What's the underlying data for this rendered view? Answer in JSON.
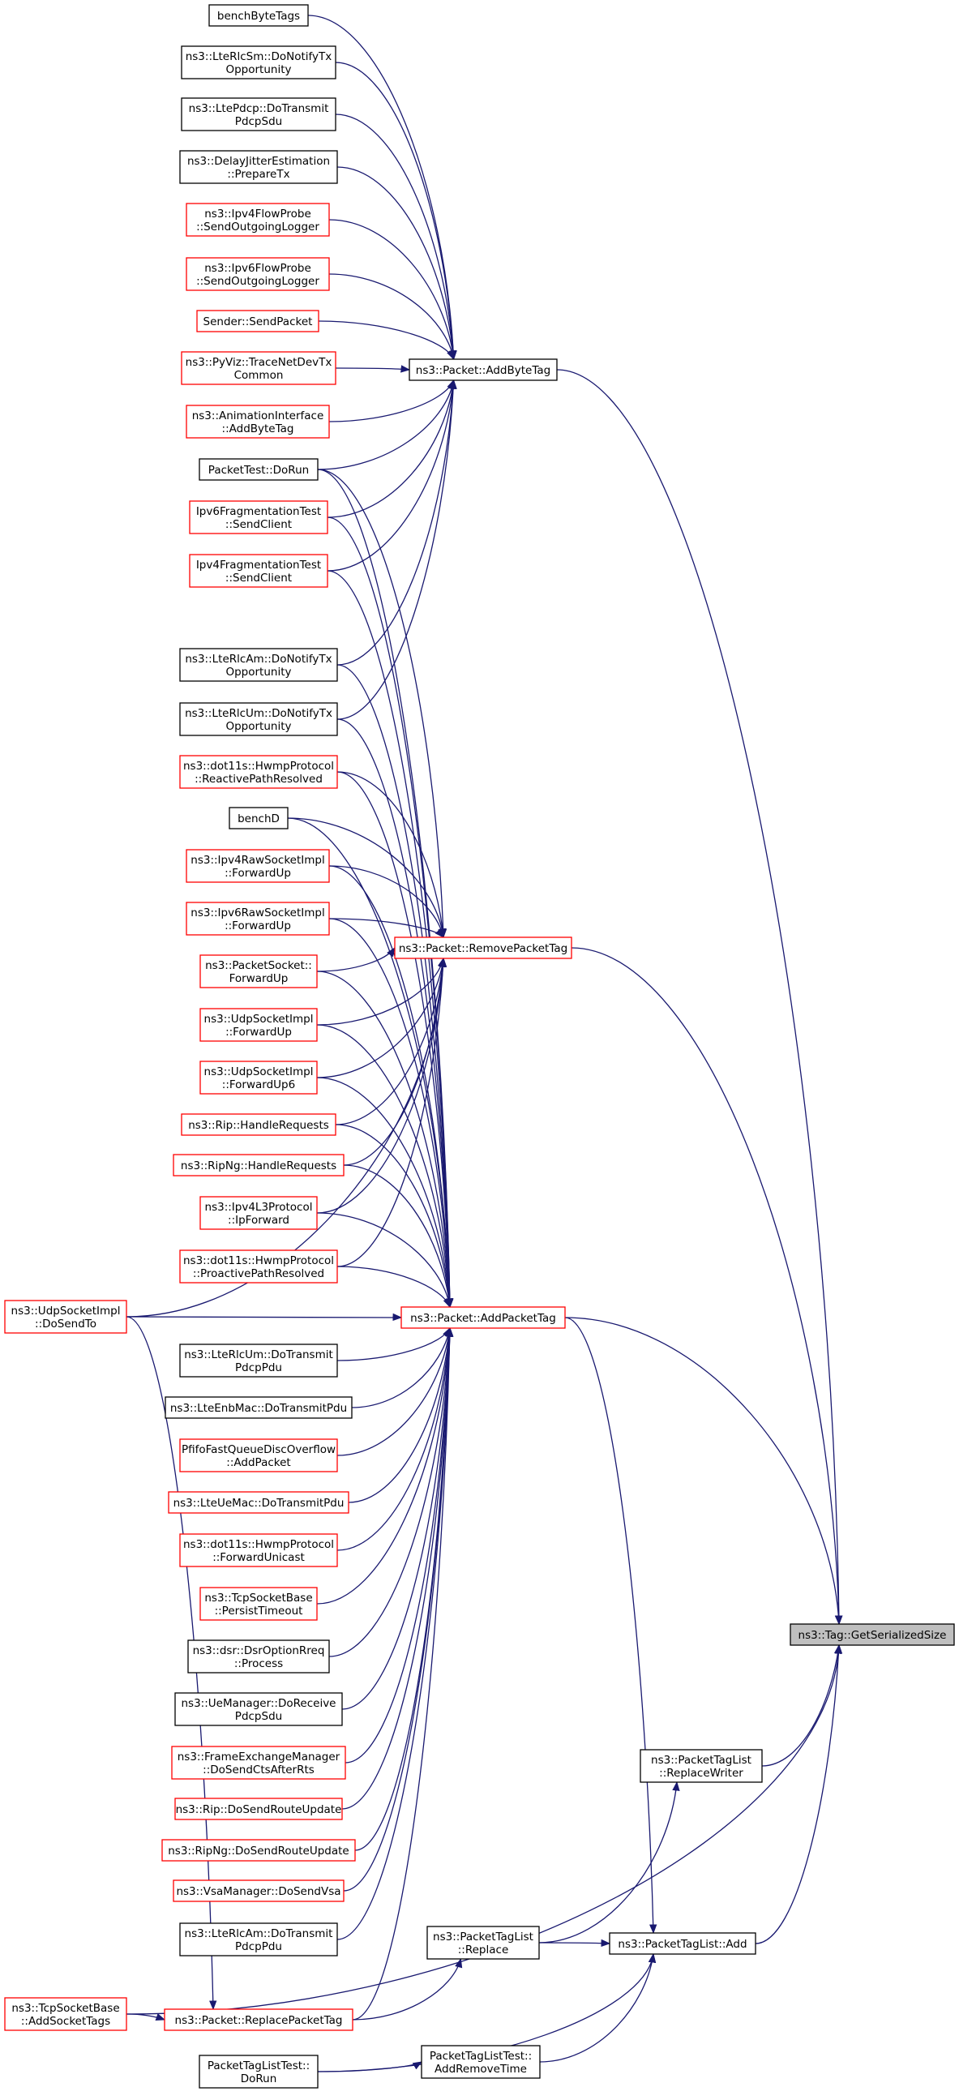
{
  "colors": {
    "edge": "#191970",
    "normal_border": "#000000",
    "red_border": "#ff0000",
    "highlight_fill": "#bfbfbf",
    "node_fill": "#ffffff"
  },
  "nodes": [
    {
      "id": "benchByteTags",
      "lines": [
        "benchByteTags"
      ],
      "style": "normal"
    },
    {
      "id": "LteRlcSm",
      "lines": [
        "ns3::LteRlcSm::DoNotifyTx",
        "Opportunity"
      ],
      "style": "normal"
    },
    {
      "id": "LtePdcp",
      "lines": [
        "ns3::LtePdcp::DoTransmit",
        "PdcpSdu"
      ],
      "style": "normal"
    },
    {
      "id": "DelayJitter",
      "lines": [
        "ns3::DelayJitterEstimation",
        "::PrepareTx"
      ],
      "style": "normal"
    },
    {
      "id": "Ipv4FlowProbe",
      "lines": [
        "ns3::Ipv4FlowProbe",
        "::SendOutgoingLogger"
      ],
      "style": "red"
    },
    {
      "id": "Ipv6FlowProbe",
      "lines": [
        "ns3::Ipv6FlowProbe",
        "::SendOutgoingLogger"
      ],
      "style": "red"
    },
    {
      "id": "SenderSendPacket",
      "lines": [
        "Sender::SendPacket"
      ],
      "style": "red"
    },
    {
      "id": "PyViz",
      "lines": [
        "ns3::PyViz::TraceNetDevTx",
        "Common"
      ],
      "style": "red"
    },
    {
      "id": "AnimIface",
      "lines": [
        "ns3::AnimationInterface",
        "::AddByteTag"
      ],
      "style": "red"
    },
    {
      "id": "PacketTestDoRun",
      "lines": [
        "PacketTest::DoRun"
      ],
      "style": "normal"
    },
    {
      "id": "Ipv6FragTest",
      "lines": [
        "Ipv6FragmentationTest",
        "::SendClient"
      ],
      "style": "red"
    },
    {
      "id": "Ipv4FragTest",
      "lines": [
        "Ipv4FragmentationTest",
        "::SendClient"
      ],
      "style": "red"
    },
    {
      "id": "LteRlcAmNotify",
      "lines": [
        "ns3::LteRlcAm::DoNotifyTx",
        "Opportunity"
      ],
      "style": "normal"
    },
    {
      "id": "LteRlcUmNotify",
      "lines": [
        "ns3::LteRlcUm::DoNotifyTx",
        "Opportunity"
      ],
      "style": "normal"
    },
    {
      "id": "HwmpReactive",
      "lines": [
        "ns3::dot11s::HwmpProtocol",
        "::ReactivePathResolved"
      ],
      "style": "red"
    },
    {
      "id": "benchD",
      "lines": [
        "benchD"
      ],
      "style": "normal"
    },
    {
      "id": "Ipv4Raw",
      "lines": [
        "ns3::Ipv4RawSocketImpl",
        "::ForwardUp"
      ],
      "style": "red"
    },
    {
      "id": "Ipv6Raw",
      "lines": [
        "ns3::Ipv6RawSocketImpl",
        "::ForwardUp"
      ],
      "style": "red"
    },
    {
      "id": "PacketSocket",
      "lines": [
        "ns3::PacketSocket::",
        "ForwardUp"
      ],
      "style": "red"
    },
    {
      "id": "UdpFwd",
      "lines": [
        "ns3::UdpSocketImpl",
        "::ForwardUp"
      ],
      "style": "red"
    },
    {
      "id": "UdpFwd6",
      "lines": [
        "ns3::UdpSocketImpl",
        "::ForwardUp6"
      ],
      "style": "red"
    },
    {
      "id": "RipHandle",
      "lines": [
        "ns3::Rip::HandleRequests"
      ],
      "style": "red"
    },
    {
      "id": "RipNgHandle",
      "lines": [
        "ns3::RipNg::HandleRequests"
      ],
      "style": "red"
    },
    {
      "id": "Ipv4L3",
      "lines": [
        "ns3::Ipv4L3Protocol",
        "::IpForward"
      ],
      "style": "red"
    },
    {
      "id": "HwmpProactive",
      "lines": [
        "ns3::dot11s::HwmpProtocol",
        "::ProactivePathResolved"
      ],
      "style": "red"
    },
    {
      "id": "UdpDoSendTo",
      "lines": [
        "ns3::UdpSocketImpl",
        "::DoSendTo"
      ],
      "style": "red"
    },
    {
      "id": "LteRlcUmTx",
      "lines": [
        "ns3::LteRlcUm::DoTransmit",
        "PdcpPdu"
      ],
      "style": "normal"
    },
    {
      "id": "LteEnbMac",
      "lines": [
        "ns3::LteEnbMac::DoTransmitPdu"
      ],
      "style": "normal"
    },
    {
      "id": "Pfifo",
      "lines": [
        "PfifoFastQueueDiscOverflow",
        "::AddPacket"
      ],
      "style": "red"
    },
    {
      "id": "LteUeMac",
      "lines": [
        "ns3::LteUeMac::DoTransmitPdu"
      ],
      "style": "red"
    },
    {
      "id": "HwmpUnicast",
      "lines": [
        "ns3::dot11s::HwmpProtocol",
        "::ForwardUnicast"
      ],
      "style": "red"
    },
    {
      "id": "TcpPersist",
      "lines": [
        "ns3::TcpSocketBase",
        "::PersistTimeout"
      ],
      "style": "red"
    },
    {
      "id": "DsrRreq",
      "lines": [
        "ns3::dsr::DsrOptionRreq",
        "::Process"
      ],
      "style": "normal"
    },
    {
      "id": "UeManager",
      "lines": [
        "ns3::UeManager::DoReceive",
        "PdcpSdu"
      ],
      "style": "normal"
    },
    {
      "id": "FrameExch",
      "lines": [
        "ns3::FrameExchangeManager",
        "::DoSendCtsAfterRts"
      ],
      "style": "red"
    },
    {
      "id": "RipRoute",
      "lines": [
        "ns3::Rip::DoSendRouteUpdate"
      ],
      "style": "red"
    },
    {
      "id": "RipNgRoute",
      "lines": [
        "ns3::RipNg::DoSendRouteUpdate"
      ],
      "style": "red"
    },
    {
      "id": "VsaManager",
      "lines": [
        "ns3::VsaManager::DoSendVsa"
      ],
      "style": "red"
    },
    {
      "id": "LteRlcAmTx",
      "lines": [
        "ns3::LteRlcAm::DoTransmit",
        "PdcpPdu"
      ],
      "style": "normal"
    },
    {
      "id": "TcpAddSocketTags",
      "lines": [
        "ns3::TcpSocketBase",
        "::AddSocketTags"
      ],
      "style": "red"
    },
    {
      "id": "PtlTestDoRun",
      "lines": [
        "PacketTagListTest::",
        "DoRun"
      ],
      "style": "normal"
    },
    {
      "id": "AddByteTag",
      "lines": [
        "ns3::Packet::AddByteTag"
      ],
      "style": "normal"
    },
    {
      "id": "RemovePacketTag",
      "lines": [
        "ns3::Packet::RemovePacketTag"
      ],
      "style": "red"
    },
    {
      "id": "AddPacketTag",
      "lines": [
        "ns3::Packet::AddPacketTag"
      ],
      "style": "red"
    },
    {
      "id": "ReplacePacketTag",
      "lines": [
        "ns3::Packet::ReplacePacketTag"
      ],
      "style": "red"
    },
    {
      "id": "PtlReplace",
      "lines": [
        "ns3::PacketTagList",
        "::Replace"
      ],
      "style": "normal"
    },
    {
      "id": "PtlAddRemoveTime",
      "lines": [
        "PacketTagListTest::",
        "AddRemoveTime"
      ],
      "style": "normal"
    },
    {
      "id": "PtlReplaceWriter",
      "lines": [
        "ns3::PacketTagList",
        "::ReplaceWriter"
      ],
      "style": "normal"
    },
    {
      "id": "PtlAdd",
      "lines": [
        "ns3::PacketTagList::Add"
      ],
      "style": "normal"
    },
    {
      "id": "GetSerializedSize",
      "lines": [
        "ns3::Tag::GetSerializedSize"
      ],
      "style": "highlight"
    }
  ],
  "edges": [
    [
      "benchByteTags",
      "AddByteTag"
    ],
    [
      "LteRlcSm",
      "AddByteTag"
    ],
    [
      "LtePdcp",
      "AddByteTag"
    ],
    [
      "DelayJitter",
      "AddByteTag"
    ],
    [
      "Ipv4FlowProbe",
      "AddByteTag"
    ],
    [
      "Ipv6FlowProbe",
      "AddByteTag"
    ],
    [
      "SenderSendPacket",
      "AddByteTag"
    ],
    [
      "PyViz",
      "AddByteTag"
    ],
    [
      "AnimIface",
      "AddByteTag"
    ],
    [
      "PacketTestDoRun",
      "AddByteTag"
    ],
    [
      "Ipv6FragTest",
      "AddByteTag"
    ],
    [
      "Ipv4FragTest",
      "AddByteTag"
    ],
    [
      "LteRlcAmNotify",
      "AddByteTag"
    ],
    [
      "LteRlcUmNotify",
      "AddByteTag"
    ],
    [
      "PacketTestDoRun",
      "RemovePacketTag"
    ],
    [
      "HwmpReactive",
      "RemovePacketTag"
    ],
    [
      "benchD",
      "RemovePacketTag"
    ],
    [
      "Ipv4Raw",
      "RemovePacketTag"
    ],
    [
      "Ipv6Raw",
      "RemovePacketTag"
    ],
    [
      "PacketSocket",
      "RemovePacketTag"
    ],
    [
      "UdpFwd",
      "RemovePacketTag"
    ],
    [
      "UdpFwd6",
      "RemovePacketTag"
    ],
    [
      "RipHandle",
      "RemovePacketTag"
    ],
    [
      "RipNgHandle",
      "RemovePacketTag"
    ],
    [
      "Ipv4L3",
      "RemovePacketTag"
    ],
    [
      "HwmpProactive",
      "RemovePacketTag"
    ],
    [
      "UdpDoSendTo",
      "RemovePacketTag"
    ],
    [
      "PacketTestDoRun",
      "AddPacketTag"
    ],
    [
      "Ipv6FragTest",
      "AddPacketTag"
    ],
    [
      "Ipv4FragTest",
      "AddPacketTag"
    ],
    [
      "LteRlcAmNotify",
      "AddPacketTag"
    ],
    [
      "LteRlcUmNotify",
      "AddPacketTag"
    ],
    [
      "HwmpReactive",
      "AddPacketTag"
    ],
    [
      "benchD",
      "AddPacketTag"
    ],
    [
      "Ipv4Raw",
      "AddPacketTag"
    ],
    [
      "Ipv6Raw",
      "AddPacketTag"
    ],
    [
      "PacketSocket",
      "AddPacketTag"
    ],
    [
      "UdpFwd",
      "AddPacketTag"
    ],
    [
      "UdpFwd6",
      "AddPacketTag"
    ],
    [
      "RipHandle",
      "AddPacketTag"
    ],
    [
      "RipNgHandle",
      "AddPacketTag"
    ],
    [
      "Ipv4L3",
      "AddPacketTag"
    ],
    [
      "HwmpProactive",
      "AddPacketTag"
    ],
    [
      "UdpDoSendTo",
      "AddPacketTag"
    ],
    [
      "LteRlcUmTx",
      "AddPacketTag"
    ],
    [
      "LteEnbMac",
      "AddPacketTag"
    ],
    [
      "Pfifo",
      "AddPacketTag"
    ],
    [
      "LteUeMac",
      "AddPacketTag"
    ],
    [
      "HwmpUnicast",
      "AddPacketTag"
    ],
    [
      "TcpPersist",
      "AddPacketTag"
    ],
    [
      "DsrRreq",
      "AddPacketTag"
    ],
    [
      "UeManager",
      "AddPacketTag"
    ],
    [
      "FrameExch",
      "AddPacketTag"
    ],
    [
      "RipRoute",
      "AddPacketTag"
    ],
    [
      "RipNgRoute",
      "AddPacketTag"
    ],
    [
      "VsaManager",
      "AddPacketTag"
    ],
    [
      "LteRlcAmTx",
      "AddPacketTag"
    ],
    [
      "ReplacePacketTag",
      "AddPacketTag"
    ],
    [
      "UdpDoSendTo",
      "ReplacePacketTag"
    ],
    [
      "TcpAddSocketTags",
      "ReplacePacketTag"
    ],
    [
      "ReplacePacketTag",
      "PtlReplace"
    ],
    [
      "PtlReplace",
      "PtlReplaceWriter"
    ],
    [
      "PtlReplace",
      "PtlAdd"
    ],
    [
      "AddPacketTag",
      "PtlAdd"
    ],
    [
      "PtlAddRemoveTime",
      "PtlAdd"
    ],
    [
      "PtlTestDoRun",
      "PtlAdd"
    ],
    [
      "PtlTestDoRun",
      "PtlAddRemoveTime"
    ],
    [
      "AddByteTag",
      "GetSerializedSize"
    ],
    [
      "RemovePacketTag",
      "GetSerializedSize"
    ],
    [
      "AddPacketTag",
      "GetSerializedSize"
    ],
    [
      "PtlReplaceWriter",
      "GetSerializedSize"
    ],
    [
      "PtlAdd",
      "GetSerializedSize"
    ],
    [
      "TcpAddSocketTags",
      "GetSerializedSize"
    ]
  ]
}
